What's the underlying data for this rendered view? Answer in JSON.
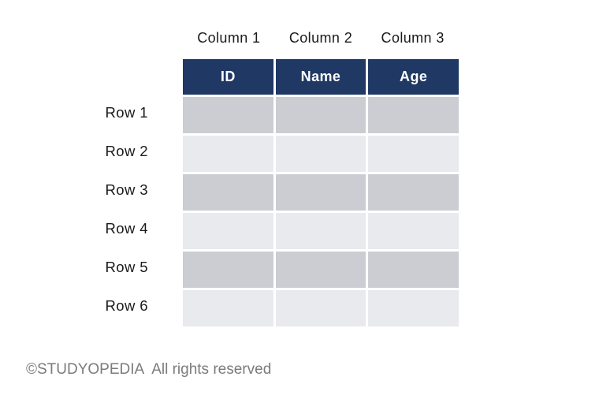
{
  "colors": {
    "background": "#FFFFFF",
    "header_bg": "#1F3864",
    "header_text": "#FFFFFF",
    "row_dark": "#CBCDD3",
    "row_light": "#E9EAED",
    "label_text": "#1A1A1A",
    "copyright_text": "#7B7B7B"
  },
  "column_labels": [
    "Column 1",
    "Column 2",
    "Column 3"
  ],
  "table": {
    "headers": [
      "ID",
      "Name",
      "Age"
    ],
    "row_labels": [
      "Row 1",
      "Row 2",
      "Row 3",
      "Row 4",
      "Row 5",
      "Row 6"
    ],
    "rows": [
      [
        "",
        "",
        ""
      ],
      [
        "",
        "",
        ""
      ],
      [
        "",
        "",
        ""
      ],
      [
        "",
        "",
        ""
      ],
      [
        "",
        "",
        ""
      ],
      [
        "",
        "",
        ""
      ]
    ]
  },
  "footer": {
    "brand": "©STUDYOPEDIA",
    "rights": "All rights reserved"
  }
}
